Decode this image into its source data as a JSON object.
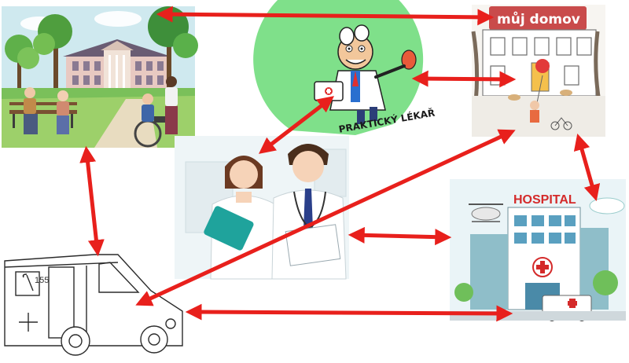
{
  "nodes": {
    "seniors_park": {
      "label": ""
    },
    "general_practitioner": {
      "label": "PRAKTICKÝ LÉKAŘ"
    },
    "home": {
      "label": "můj domov"
    },
    "nurse_doctor": {
      "label": ""
    },
    "hospital": {
      "label": "HOSPITAL"
    },
    "ambulance": {
      "label": "155"
    }
  },
  "edges": [
    {
      "from": "seniors_park",
      "to": "home",
      "type": "bidirectional"
    },
    {
      "from": "general_practitioner",
      "to": "home",
      "type": "bidirectional"
    },
    {
      "from": "general_practitioner",
      "to": "nurse_doctor",
      "type": "bidirectional"
    },
    {
      "from": "seniors_park",
      "to": "ambulance",
      "type": "bidirectional"
    },
    {
      "from": "home",
      "to": "hospital",
      "type": "bidirectional"
    },
    {
      "from": "nurse_doctor",
      "to": "hospital",
      "type": "bidirectional"
    },
    {
      "from": "home",
      "to": "ambulance",
      "type": "bidirectional"
    },
    {
      "from": "ambulance",
      "to": "hospital",
      "type": "bidirectional"
    }
  ],
  "colors": {
    "arrow": "#e8201c",
    "gp_circle": "#7fe08a",
    "hospital_label": "#d42a2a",
    "home_label_bg": "#c94b4b"
  }
}
